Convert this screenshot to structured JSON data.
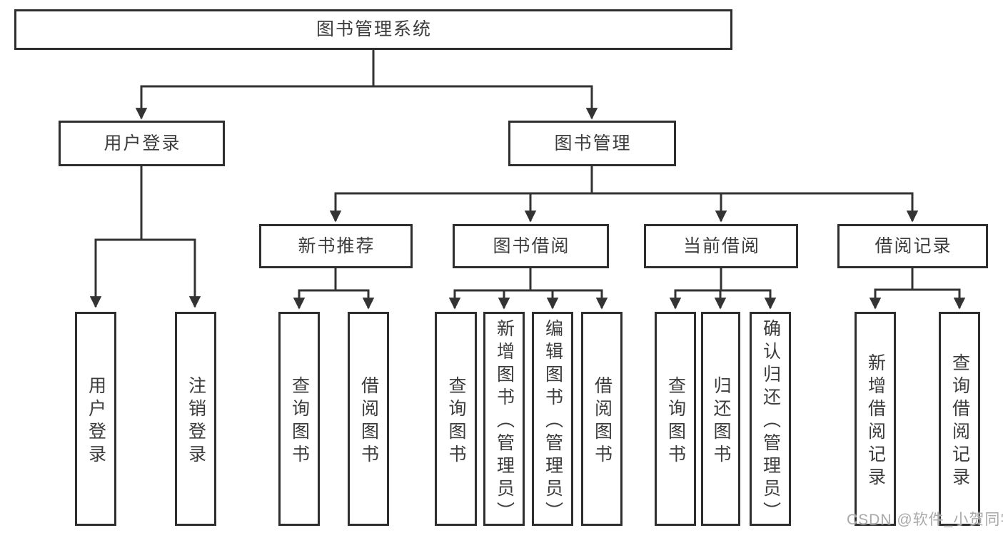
{
  "diagram": {
    "root": {
      "label": "图书管理系统"
    },
    "branches": [
      {
        "label": "用户登录",
        "children": [
          {
            "label": "用户登录"
          },
          {
            "label": "注销登录"
          }
        ]
      },
      {
        "label": "图书管理",
        "children": [
          {
            "label": "新书推荐",
            "children": [
              {
                "label": "查询图书"
              },
              {
                "label": "借阅图书"
              }
            ]
          },
          {
            "label": "图书借阅",
            "children": [
              {
                "label": "查询图书"
              },
              {
                "label": "新增图书（管理员）"
              },
              {
                "label": "编辑图书（管理员）"
              },
              {
                "label": "借阅图书"
              }
            ]
          },
          {
            "label": "当前借阅",
            "children": [
              {
                "label": "查询图书"
              },
              {
                "label": "归还图书"
              },
              {
                "label": "确认归还（管理员）"
              }
            ]
          },
          {
            "label": "借阅记录",
            "children": [
              {
                "label": "新增借阅记录"
              },
              {
                "label": "查询借阅记录"
              }
            ]
          }
        ]
      }
    ],
    "watermark": "CSDN @软件_小贺同学",
    "colors": {
      "line": "#333333",
      "box_border": "#2e2e2e",
      "text": "#3c3c3c",
      "watermark": "#a9a9a9",
      "background": "#ffffff"
    }
  }
}
